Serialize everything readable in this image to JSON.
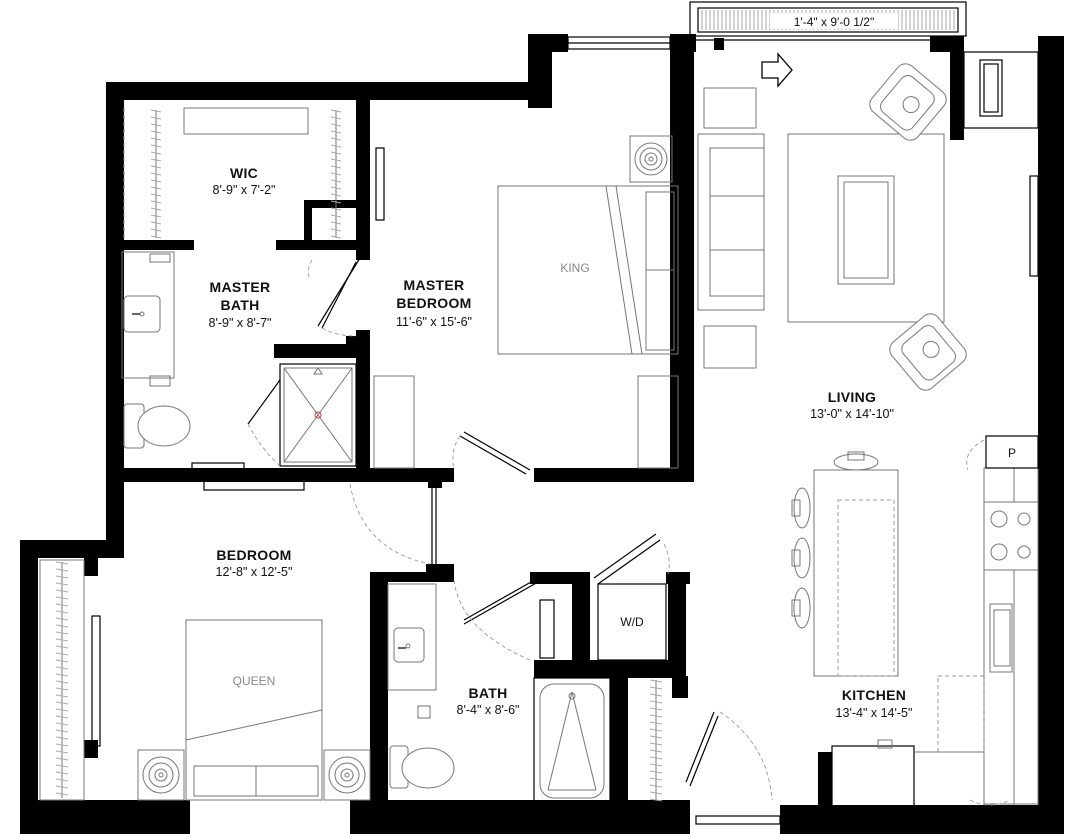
{
  "rooms": {
    "wic": {
      "name": "WIC",
      "dims": "8'-9\" x 7'-2\""
    },
    "master_bath": {
      "name_line1": "MASTER",
      "name_line2": "BATH",
      "dims": "8'-9\" x 8'-7\""
    },
    "master_bedroom": {
      "name_line1": "MASTER",
      "name_line2": "BEDROOM",
      "dims": "11'-6\" x 15'-6\""
    },
    "living": {
      "name": "LIVING",
      "dims": "13'-0\" x 14'-10\""
    },
    "bedroom": {
      "name": "BEDROOM",
      "dims": "12'-8\" x 12'-5\""
    },
    "bath": {
      "name": "BATH",
      "dims": "8'-4\" x 8'-6\""
    },
    "kitchen": {
      "name": "KITCHEN",
      "dims": "13'-4\" x 14'-5\""
    }
  },
  "balcony": {
    "dims": "1'-4\" x 9'-0 1/2\""
  },
  "labels": {
    "king": "KING",
    "queen": "QUEEN",
    "washer_dryer": "W/D",
    "pantry": "P"
  },
  "icons": [
    "entry-arrow-icon",
    "toilet-icon",
    "sink-icon",
    "stove-icon",
    "chair-icon",
    "nightstand-lamp-icon"
  ]
}
